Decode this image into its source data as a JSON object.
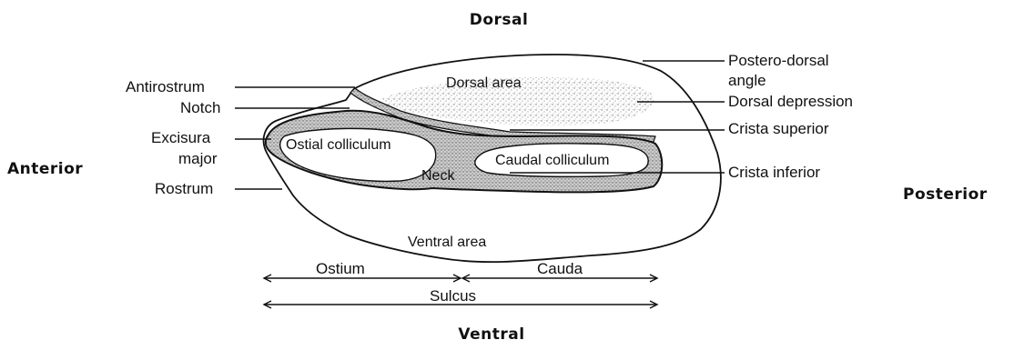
{
  "orientation": {
    "top": "Dorsal",
    "bottom": "Ventral",
    "left": "Anterior",
    "right": "Posterior"
  },
  "left_labels": {
    "antirostrum": "Antirostrum",
    "notch": "Notch",
    "excisura_line1": "Excisura",
    "excisura_line2": "major",
    "rostrum": "Rostrum"
  },
  "right_labels": {
    "postero_dorsal_line1": "Postero-dorsal",
    "postero_dorsal_line2": "angle",
    "dorsal_depression": "Dorsal depression",
    "crista_superior": "Crista superior",
    "crista_inferior": "Crista inferior"
  },
  "interior_labels": {
    "dorsal_area": "Dorsal area",
    "ostial_colliculum": "Ostial colliculum",
    "caudal_colliculum": "Caudal colliculum",
    "neck": "Neck",
    "ventral_area": "Ventral area"
  },
  "measurements": {
    "ostium": "Ostium",
    "cauda": "Cauda",
    "sulcus": "Sulcus"
  },
  "colors": {
    "ink": "#111111",
    "stipple": "#8a8a8a",
    "background": "#ffffff"
  }
}
